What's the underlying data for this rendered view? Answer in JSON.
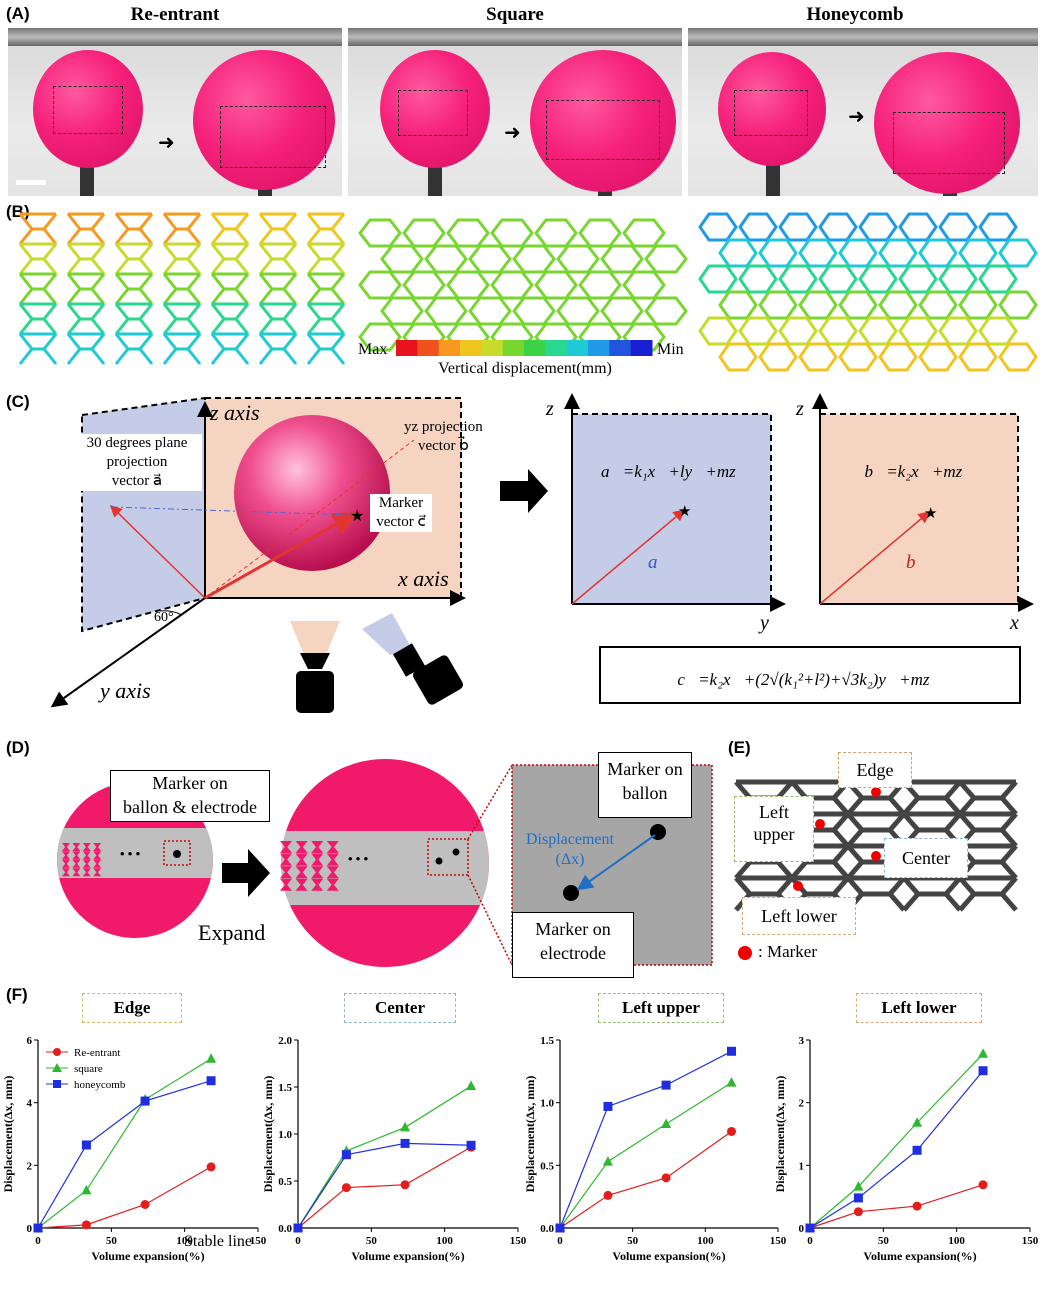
{
  "panels": {
    "a": "(A)",
    "b": "(B)",
    "c": "(C)",
    "d": "(D)",
    "e": "(E)",
    "f": "(F)"
  },
  "panel_a": {
    "titles": [
      "Re-entrant",
      "Square",
      "Honeycomb"
    ]
  },
  "panel_b": {
    "colorbar_max": "Max",
    "colorbar_min": "Min",
    "colorbar_label": "Vertical displacement(mm)",
    "colors": [
      "#e8141b",
      "#f0501e",
      "#f7981f",
      "#f1c520",
      "#c7dc2a",
      "#79d630",
      "#3cd246",
      "#27d88e",
      "#1fcad6",
      "#1f9ae8",
      "#2255dd",
      "#1b1fd4"
    ]
  },
  "panel_c": {
    "z_axis": "z axis",
    "x_axis": "x axis",
    "y_axis": "y axis",
    "plane_label_1": "30 degrees plane",
    "plane_label_2": "projection",
    "plane_label_3": "vector a⃗",
    "yz_label_1": "yz projection",
    "yz_label_2": "vector b⃗",
    "marker_label_1": "Marker",
    "marker_label_2": "vector c⃗",
    "angle": "60°",
    "eq_a": "a⃗=k₁x⃗+ly⃗+mz⃗",
    "eq_b": "b⃗=k₂x⃗+mz⃗",
    "eq_c": "c⃗=k₂x⃗+(2√(k₁²+l²)+√3k₂)y⃗+mz⃗",
    "vec_a": "a⃗",
    "vec_b": "b⃗",
    "ax_z": "z",
    "ax_y": "y",
    "ax_x": "x"
  },
  "panel_d": {
    "box1_line1": "Marker on",
    "box1_line2": "ballon & electrode",
    "expand": "Expand",
    "box2_line1": "Marker on",
    "box2_line2": "ballon",
    "box3_line1": "Marker on",
    "box3_line2": "electrode",
    "disp_line1": "Displacement",
    "disp_line2": "(Δx)",
    "dots": "• • •"
  },
  "panel_e": {
    "edge": "Edge",
    "left_upper_1": "Left",
    "left_upper_2": "upper",
    "center": "Center",
    "left_lower": "Left lower",
    "legend": ": Marker"
  },
  "chart_data": [
    {
      "type": "line",
      "title": "Edge",
      "xlabel": "Volume expansion(%)",
      "ylabel": "Displacement(Δx, mm)",
      "xlim": [
        0,
        150
      ],
      "ylim": [
        0,
        6
      ],
      "xticks": [
        0,
        50,
        100,
        150
      ],
      "yticks": [
        0,
        2,
        4,
        6
      ],
      "annotation": "Stable line",
      "series": [
        {
          "name": "Re-entrant",
          "color": "#e51c1c",
          "marker": "circle",
          "x": [
            0,
            33,
            73,
            118
          ],
          "y": [
            0,
            0.1,
            0.75,
            1.95
          ]
        },
        {
          "name": "square",
          "color": "#2eb82e",
          "marker": "triangle",
          "x": [
            0,
            33,
            73,
            118
          ],
          "y": [
            0,
            1.2,
            4.1,
            5.4
          ]
        },
        {
          "name": "honeycomb",
          "color": "#1f2fe0",
          "marker": "square",
          "x": [
            0,
            33,
            73,
            118
          ],
          "y": [
            0,
            2.65,
            4.05,
            4.7
          ]
        }
      ]
    },
    {
      "type": "line",
      "title": "Center",
      "xlabel": "Volume expansion(%)",
      "ylabel": "Displacement(Δx, mm)",
      "xlim": [
        0,
        150
      ],
      "ylim": [
        0,
        2.0
      ],
      "xticks": [
        0,
        50,
        100,
        150
      ],
      "yticks": [
        0.0,
        0.5,
        1.0,
        1.5,
        2.0
      ],
      "series": [
        {
          "name": "Re-entrant",
          "color": "#e51c1c",
          "marker": "circle",
          "x": [
            0,
            33,
            73,
            118
          ],
          "y": [
            0,
            0.43,
            0.46,
            0.86
          ]
        },
        {
          "name": "square",
          "color": "#2eb82e",
          "marker": "triangle",
          "x": [
            0,
            33,
            73,
            118
          ],
          "y": [
            0,
            0.82,
            1.07,
            1.51
          ]
        },
        {
          "name": "honeycomb",
          "color": "#1f2fe0",
          "marker": "square",
          "x": [
            0,
            33,
            73,
            118
          ],
          "y": [
            0,
            0.78,
            0.9,
            0.88
          ]
        }
      ]
    },
    {
      "type": "line",
      "title": "Left upper",
      "xlabel": "Volume expansion(%)",
      "ylabel": "Displacement(Δx, mm)",
      "xlim": [
        0,
        150
      ],
      "ylim": [
        0,
        1.5
      ],
      "xticks": [
        0,
        50,
        100,
        150
      ],
      "yticks": [
        0.0,
        0.5,
        1.0,
        1.5
      ],
      "series": [
        {
          "name": "Re-entrant",
          "color": "#e51c1c",
          "marker": "circle",
          "x": [
            0,
            33,
            73,
            118
          ],
          "y": [
            0,
            0.26,
            0.4,
            0.77
          ]
        },
        {
          "name": "square",
          "color": "#2eb82e",
          "marker": "triangle",
          "x": [
            0,
            33,
            73,
            118
          ],
          "y": [
            0,
            0.53,
            0.83,
            1.16
          ]
        },
        {
          "name": "honeycomb",
          "color": "#1f2fe0",
          "marker": "square",
          "x": [
            0,
            33,
            73,
            118
          ],
          "y": [
            0,
            0.97,
            1.14,
            1.41
          ]
        }
      ]
    },
    {
      "type": "line",
      "title": "Left lower",
      "xlabel": "Volume expansion(%)",
      "ylabel": "Displacement(Δx, mm)",
      "xlim": [
        0,
        150
      ],
      "ylim": [
        0,
        3
      ],
      "xticks": [
        0,
        50,
        100,
        150
      ],
      "yticks": [
        0,
        1,
        2,
        3
      ],
      "series": [
        {
          "name": "Re-entrant",
          "color": "#e51c1c",
          "marker": "circle",
          "x": [
            0,
            33,
            73,
            118
          ],
          "y": [
            0,
            0.26,
            0.35,
            0.69
          ]
        },
        {
          "name": "square",
          "color": "#2eb82e",
          "marker": "triangle",
          "x": [
            0,
            33,
            73,
            118
          ],
          "y": [
            0,
            0.66,
            1.68,
            2.78
          ]
        },
        {
          "name": "honeycomb",
          "color": "#1f2fe0",
          "marker": "square",
          "x": [
            0,
            33,
            73,
            118
          ],
          "y": [
            0,
            0.48,
            1.24,
            2.51
          ]
        }
      ]
    }
  ]
}
